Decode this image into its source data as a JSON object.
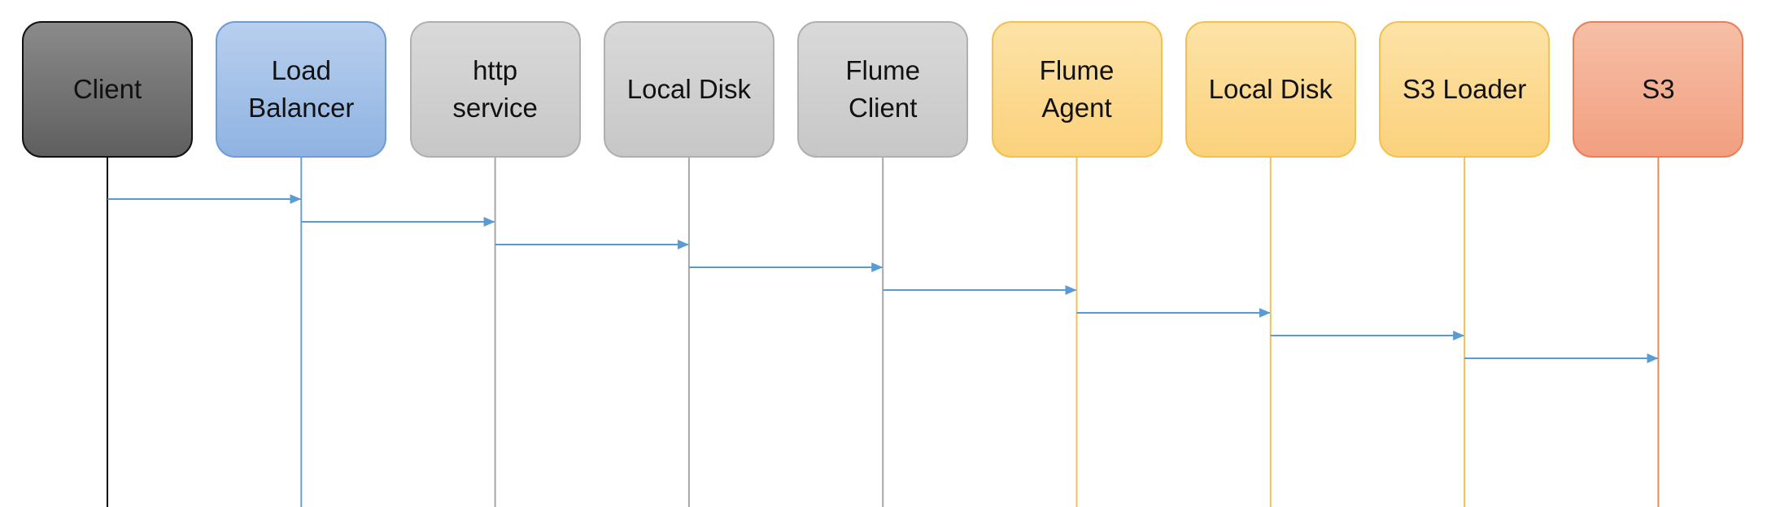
{
  "diagram": {
    "type": "sequence",
    "participants": [
      {
        "label": "Client",
        "style": "t-dark",
        "lifeline_color": "#000000"
      },
      {
        "label": "Load\nBalancer",
        "style": "t-blue",
        "lifeline_color": "#6d9ed6"
      },
      {
        "label": "http\nservice",
        "style": "t-gray",
        "lifeline_color": "#a7a7a7"
      },
      {
        "label": "Local Disk",
        "style": "t-gray",
        "lifeline_color": "#a7a7a7"
      },
      {
        "label": "Flume\nClient",
        "style": "t-gray",
        "lifeline_color": "#a7a7a7"
      },
      {
        "label": "Flume\nAgent",
        "style": "t-amber",
        "lifeline_color": "#f2c14e"
      },
      {
        "label": "Local Disk",
        "style": "t-amber",
        "lifeline_color": "#f2c14e"
      },
      {
        "label": "S3 Loader",
        "style": "t-amber",
        "lifeline_color": "#f2c14e"
      },
      {
        "label": "S3",
        "style": "t-salmon",
        "lifeline_color": "#e88a60"
      }
    ],
    "messages": [
      {
        "from": 0,
        "to": 1
      },
      {
        "from": 1,
        "to": 2
      },
      {
        "from": 2,
        "to": 3
      },
      {
        "from": 3,
        "to": 4
      },
      {
        "from": 4,
        "to": 5
      },
      {
        "from": 5,
        "to": 6
      },
      {
        "from": 6,
        "to": 7
      },
      {
        "from": 7,
        "to": 8
      }
    ],
    "message_color": "#5b9bd5"
  }
}
